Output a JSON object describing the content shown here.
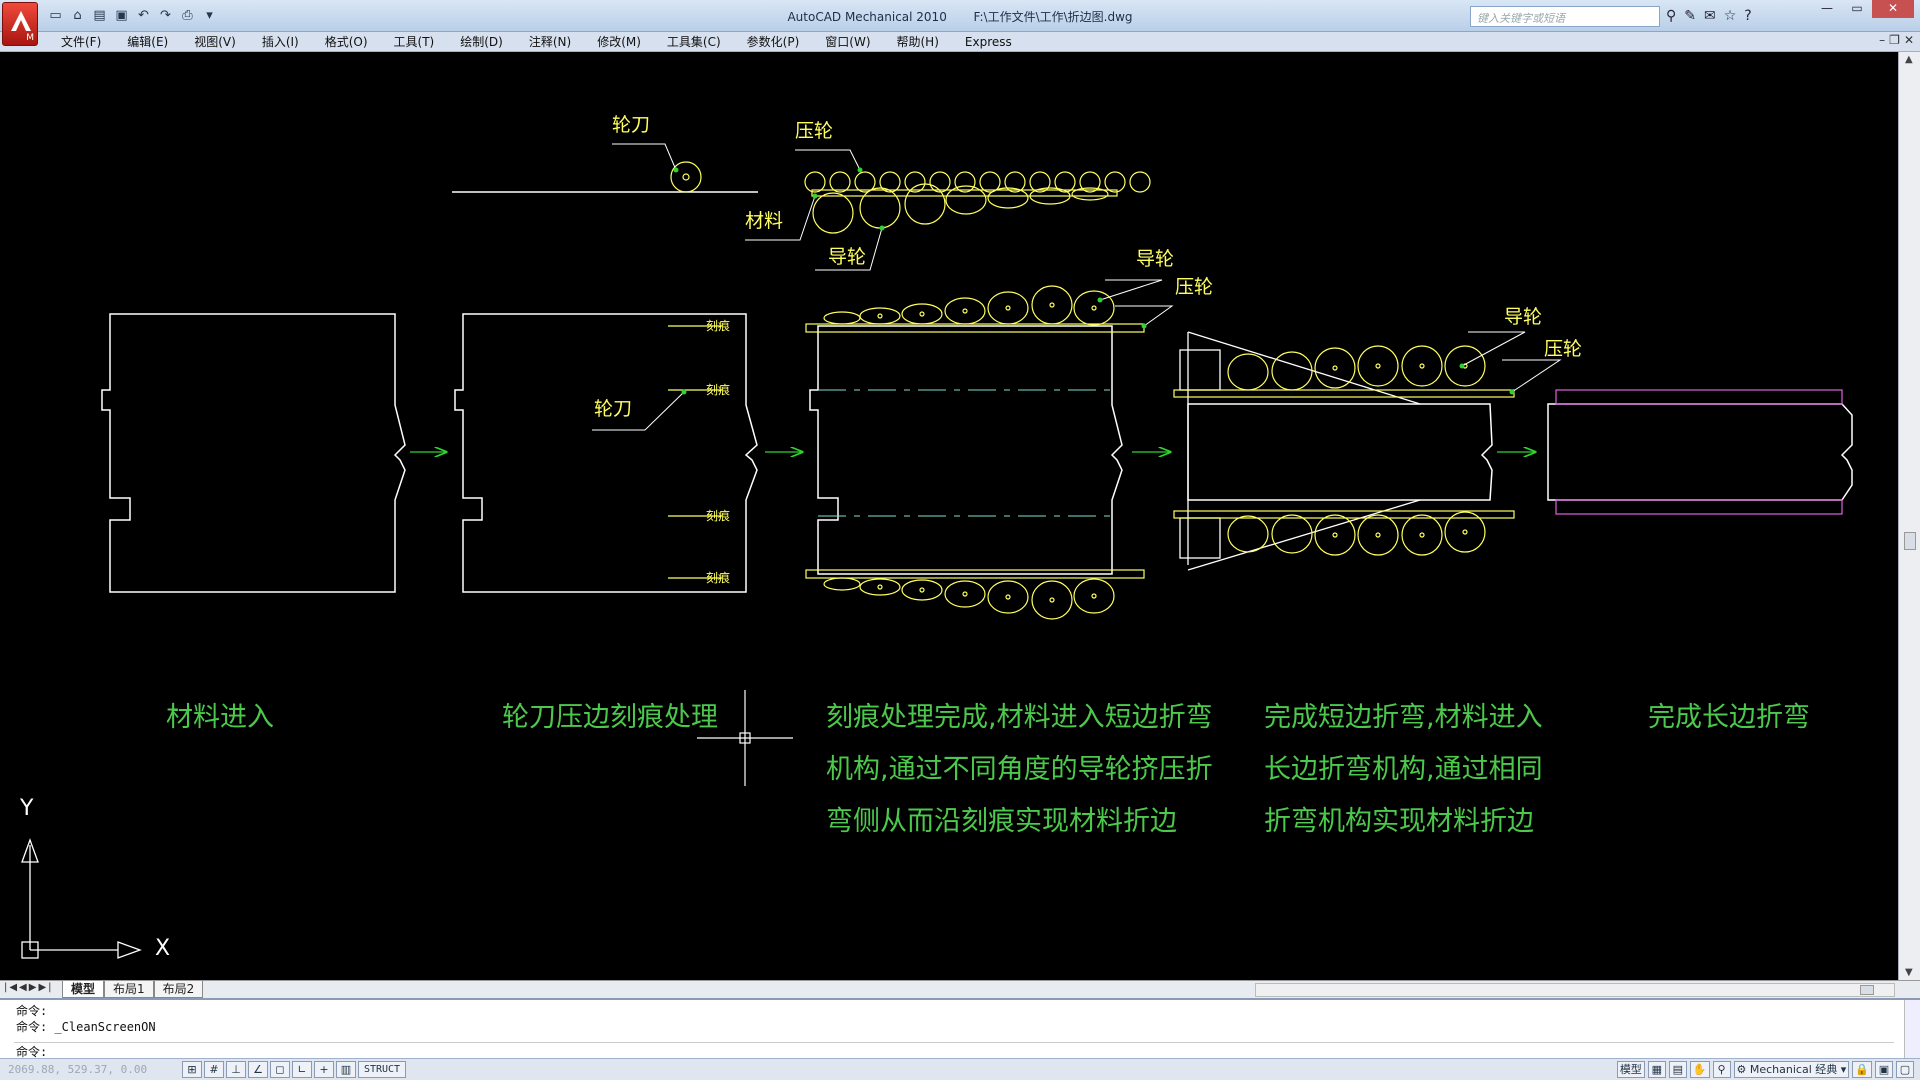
{
  "titlebar": {
    "app_name": "AutoCAD Mechanical 2010",
    "file_path": "F:\\工作文件\\工作\\折边图.dwg",
    "search_placeholder": "键入关键字或短语",
    "app_sub": "M"
  },
  "menubar": {
    "items": [
      "文件(F)",
      "编辑(E)",
      "视图(V)",
      "插入(I)",
      "格式(O)",
      "工具(T)",
      "绘制(D)",
      "注释(N)",
      "修改(M)",
      "工具集(C)",
      "参数化(P)",
      "窗口(W)",
      "帮助(H)",
      "Express"
    ]
  },
  "drawing": {
    "labels": {
      "lundao_top": "轮刀",
      "yalun_top": "压轮",
      "cailiao": "材料",
      "daolun_top": "导轮",
      "daolun_mid": "导轮",
      "yalun_mid": "压轮",
      "lundao_mid": "轮刀",
      "daolun_right": "导轮",
      "yalun_right": "压轮",
      "kehen": "刻痕"
    },
    "captions": {
      "step1": "材料进入",
      "step2": "轮刀压边刻痕处理",
      "step3_l1": "刻痕处理完成,材料进入短边折弯",
      "step3_l2": "机构,通过不同角度的导轮挤压折",
      "step3_l3": "弯侧从而沿刻痕实现材料折边",
      "step4_l1": "完成短边折弯,材料进入",
      "step4_l2": "长边折弯机构,通过相同",
      "step4_l3": "折弯机构实现材料折边",
      "step5": "完成长边折弯"
    },
    "ucs": {
      "x": "X",
      "y": "Y"
    }
  },
  "tabs": {
    "model": "模型",
    "layout1": "布局1",
    "layout2": "布局2"
  },
  "command": {
    "line1": "命令:",
    "line2": "命令: _CleanScreenON",
    "prompt": "命令:"
  },
  "status": {
    "coords": "2069.88, 529.37, 0.00",
    "struct": "STRUCT",
    "model": "模型",
    "workspace": "Mechanical 经典"
  },
  "colors": {
    "outline": "#ffffff",
    "roller": "#ffff60",
    "arrow": "#2fd42f",
    "caption": "#4cc94c",
    "score": "#7fe0d0",
    "fold_edge": "#e060e0"
  }
}
